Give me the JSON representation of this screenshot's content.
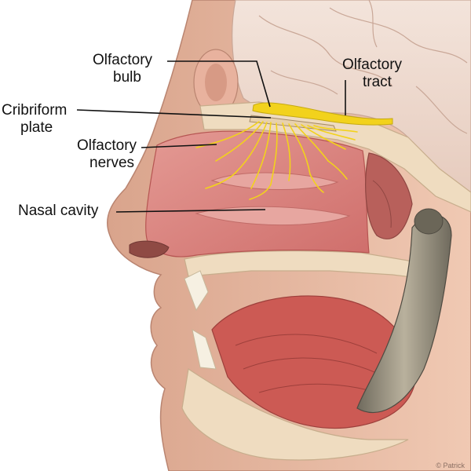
{
  "figure": {
    "labels": {
      "olfactory_bulb": [
        "Olfactory",
        "bulb"
      ],
      "olfactory_tract": [
        "Olfactory",
        "tract"
      ],
      "cribriform_plate": [
        "Cribriform",
        "plate"
      ],
      "olfactory_nerves": [
        "Olfactory",
        "nerves"
      ],
      "nasal_cavity": "Nasal cavity"
    },
    "credit": "© Patrick"
  },
  "colors": {
    "skin": "#e7b9a2",
    "muscle": "#c8524c",
    "mucosa": "#dd7f7d",
    "bone": "#efdcc0",
    "brain": "#eedbd0",
    "nerve": "#f2d21c",
    "leader_line": "#111111"
  }
}
